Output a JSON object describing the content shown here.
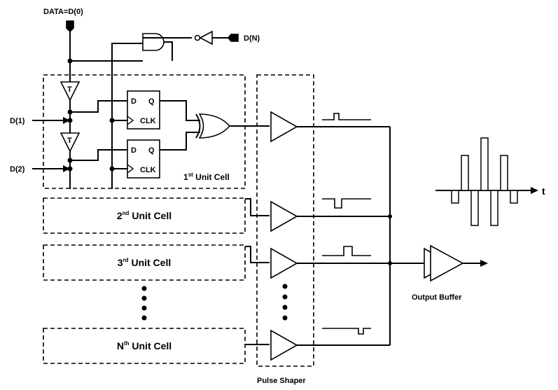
{
  "labels": {
    "data_input": "DATA=D(0)",
    "d_n": "D(N)",
    "d_1": "D(1)",
    "d_2": "D(2)",
    "buffer_t": "T",
    "ff_d": "D",
    "ff_q": "Q",
    "ff_clk": "CLK",
    "t_axis": "t",
    "output_buffer": "Output Buffer",
    "pulse_shaper": "Pulse Shaper"
  },
  "cells": [
    {
      "num": "1",
      "sup": "st",
      "rest": " Unit Cell"
    },
    {
      "num": "2",
      "sup": "nd",
      "rest": " Unit Cell"
    },
    {
      "num": "3",
      "sup": "rd",
      "rest": " Unit Cell"
    },
    {
      "num": "N",
      "sup": "th",
      "rest": " Unit Cell"
    }
  ],
  "output_waveform": {
    "pulses": [
      -0.36,
      1.0,
      -1.0,
      1.5,
      -1.0,
      1.0,
      -0.36
    ]
  },
  "colors": {
    "line": "#000000",
    "background": "#ffffff"
  }
}
